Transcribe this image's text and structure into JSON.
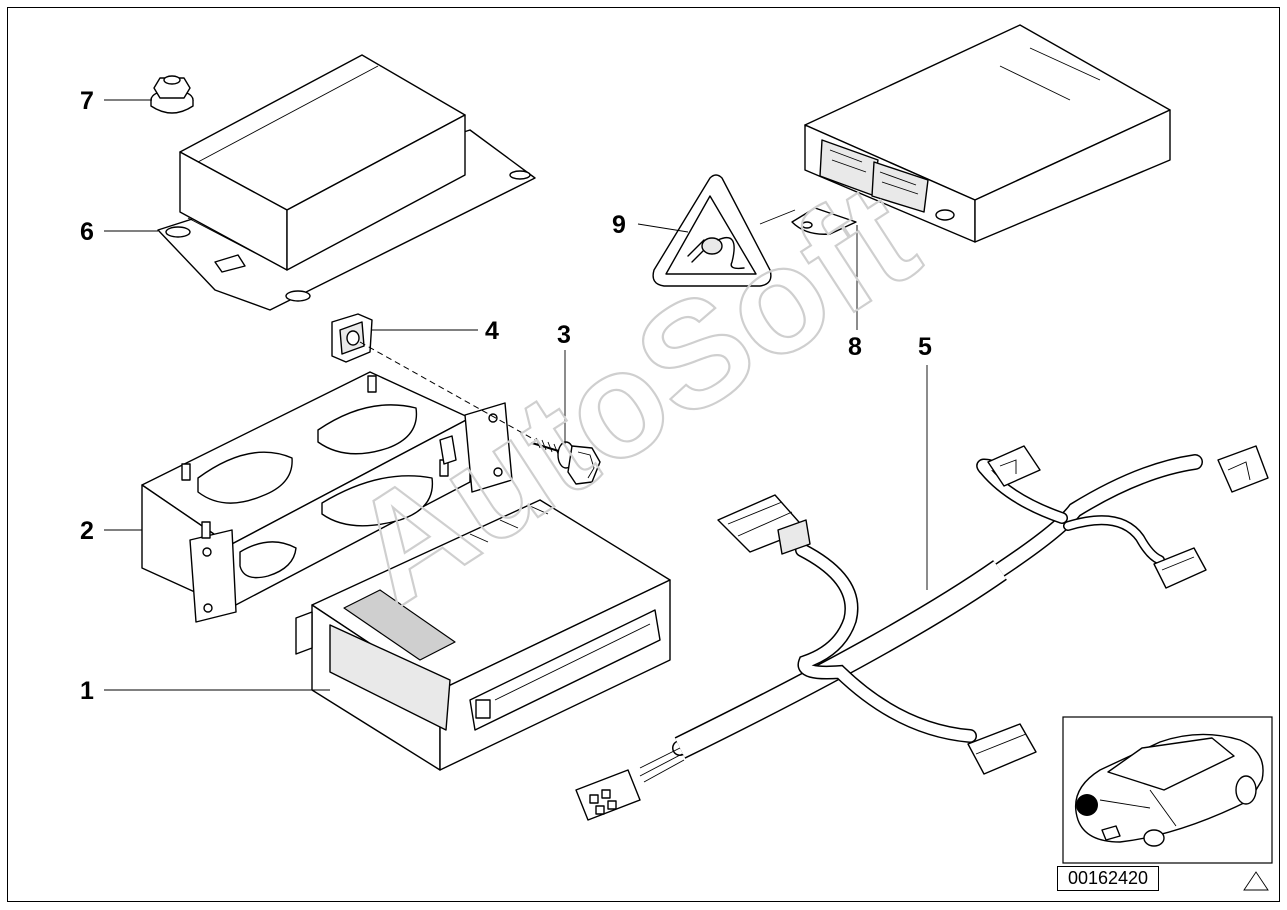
{
  "diagram": {
    "parts": [
      {
        "number": "1"
      },
      {
        "number": "2"
      },
      {
        "number": "3"
      },
      {
        "number": "4"
      },
      {
        "number": "5"
      },
      {
        "number": "6"
      },
      {
        "number": "7"
      },
      {
        "number": "8"
      },
      {
        "number": "9"
      }
    ],
    "watermark": "AutoSoft",
    "reference_number": "00162420"
  }
}
